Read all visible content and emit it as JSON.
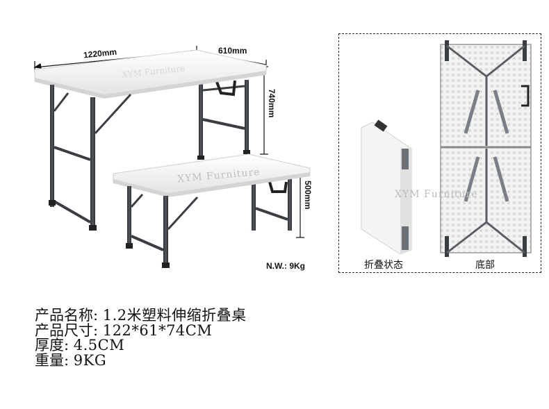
{
  "dimensions": {
    "length": "1220mm",
    "width": "610mm",
    "height_tall": "740mm",
    "height_low": "500mm",
    "net_weight": "N.W.: 9Kg"
  },
  "watermark": "XYM Furniture",
  "panel": {
    "folded_caption": "折叠状态",
    "bottom_caption": "底部"
  },
  "specs": [
    {
      "label": "产品名称:",
      "value": "1.2米塑料伸缩折叠桌"
    },
    {
      "label": "产品尺寸:",
      "value": "122*61*74CM"
    },
    {
      "label": "厚度:",
      "value": "4.5CM"
    },
    {
      "label": "重量:",
      "value": "9KG"
    }
  ],
  "colors": {
    "table_top": "#f4f4f4",
    "table_edge": "#cfcfcf",
    "leg": "#3a3d42",
    "text": "#111111"
  }
}
